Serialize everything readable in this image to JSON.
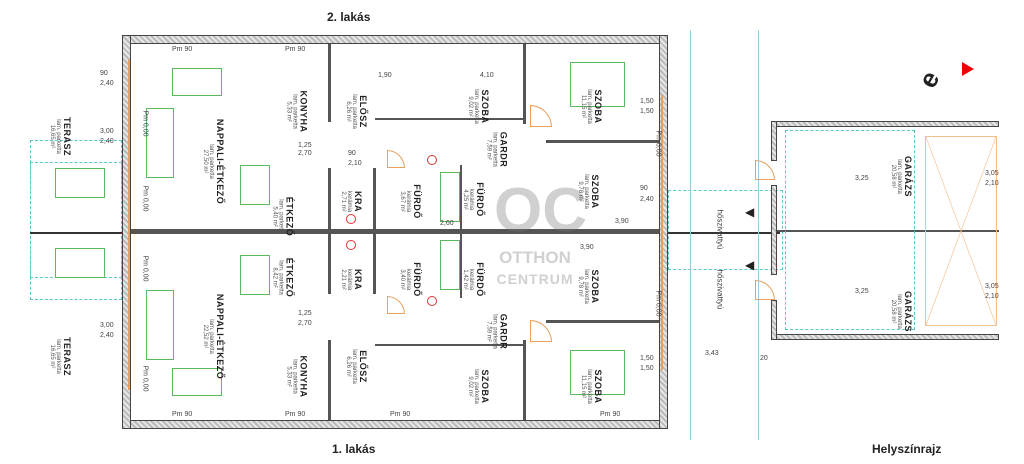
{
  "titles": {
    "top": "2. lakás",
    "bottom": "1. lakás",
    "site": "Helyszínrajz"
  },
  "watermark": {
    "logo": "OC",
    "line1": "OTTHON",
    "line2": "CENTRUM"
  },
  "rooms": [
    {
      "name": "NAPPALI-ÉTKEZŐ",
      "floor": "lam. parketta",
      "area": "27,50 m²"
    },
    {
      "name": "KONYHA",
      "floor": "lam. parketta",
      "area": "5,33 m²"
    },
    {
      "name": "ELŐSZ",
      "floor": "lam. parketta",
      "area": "6,26 m²"
    },
    {
      "name": "ÉTKEZŐ",
      "floor": "lam. parketta",
      "area": "5,40 m²"
    },
    {
      "name": "KRA",
      "floor": "kerámia",
      "area": "2,71 m²"
    },
    {
      "name": "FÜRDŐ",
      "floor": "kerámia",
      "area": "3,67 m²"
    },
    {
      "name": "SZOBA",
      "floor": "lam. parketta",
      "area": "9,02 m²"
    },
    {
      "name": "SZOBA",
      "floor": "lam. parketta",
      "area": "11,15 m²"
    },
    {
      "name": "GARDR",
      "floor": "lam. parketta",
      "area": "7,59 m²"
    },
    {
      "name": "FÜRDŐ",
      "floor": "kerámia",
      "area": "4,25 m²"
    },
    {
      "name": "SZOBA",
      "floor": "lam. parketta",
      "area": "9,78 m²"
    },
    {
      "name": "NAPPALI-ÉTKEZŐ",
      "floor": "lam. parketta",
      "area": "22,52 m²"
    },
    {
      "name": "ÉTKEZŐ",
      "floor": "lam. parketta",
      "area": "8,42 m²"
    },
    {
      "name": "KRA",
      "floor": "kerámia",
      "area": "2,21 m²"
    },
    {
      "name": "FÜRDŐ",
      "floor": "kerámia",
      "area": "3,40 m²"
    },
    {
      "name": "FÜRDŐ",
      "floor": "kerámia",
      "area": "1,42 m²"
    },
    {
      "name": "SZOBA",
      "floor": "lam. parketta",
      "area": "9,78 m²"
    },
    {
      "name": "GARDR",
      "floor": "lam. parketta",
      "area": "7,59 m²"
    },
    {
      "name": "KONYHA",
      "floor": "lam. parketta",
      "area": "5,33 m²"
    },
    {
      "name": "ELŐSZ",
      "floor": "lam. parketta",
      "area": "6,26 m²"
    },
    {
      "name": "SZOBA",
      "floor": "lam. parketta",
      "area": "9,02 m²"
    },
    {
      "name": "SZOBA",
      "floor": "lam. parketta",
      "area": "11,15 m²"
    },
    {
      "name": "TERASZ",
      "floor": "lam. parketta",
      "area": "16,65 m²"
    },
    {
      "name": "TERASZ",
      "floor": "lam. parketta",
      "area": "16,65 m²"
    },
    {
      "name": "GARÁZS",
      "floor": "lam. parketta",
      "area": "20,58 m²"
    },
    {
      "name": "GARÁZS",
      "floor": "lam. parketta",
      "area": "20,58 m²"
    }
  ],
  "equipment": {
    "heat_pump": "hőszivattyú"
  },
  "dims": [
    "Pm 90",
    "Pm 90",
    "Pm 90",
    "Pm 90",
    "Pm 0,00",
    "Pm 0,00",
    "Pm 0,00",
    "Pm 0,00",
    "3,00",
    "2,40",
    "3,00",
    "2,40",
    "90",
    "2,40",
    "1,50",
    "1,50",
    "90",
    "2,40",
    "1,50",
    "1,50",
    "3,90",
    "3,90",
    "1,25",
    "2,70",
    "1,25",
    "2,70",
    "90",
    "2,10",
    "3,05",
    "2,10",
    "3,05",
    "2,10",
    "3,25",
    "3,25",
    "3,43",
    "20",
    "1,90",
    "4,10",
    "2,60",
    "Pm 90",
    "Pm 0,00",
    "Pm 90",
    "Pm 0,00"
  ]
}
